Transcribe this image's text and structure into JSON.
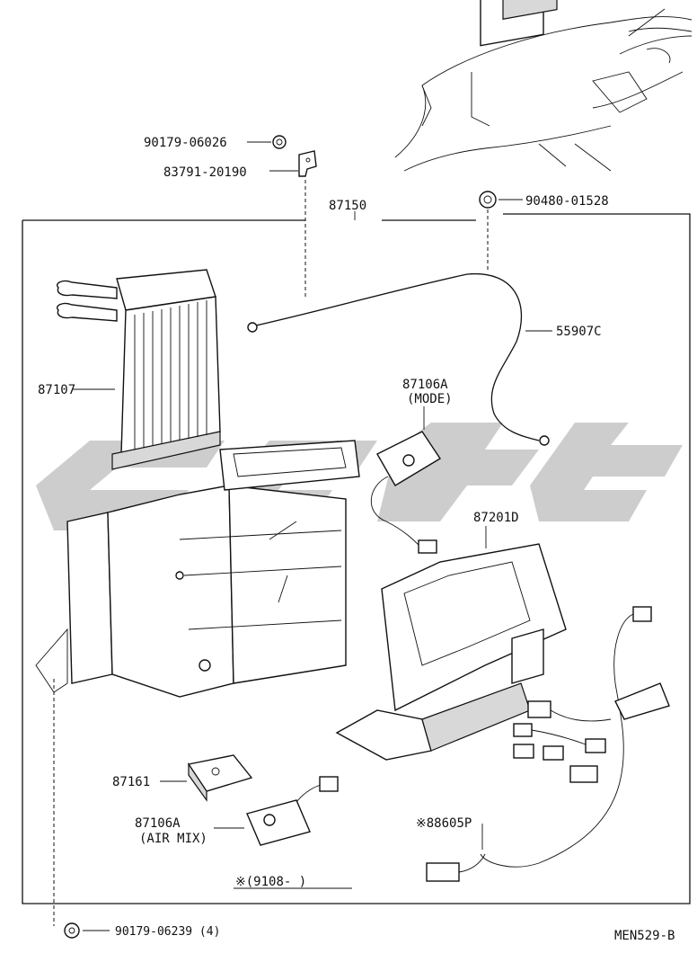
{
  "labels": {
    "p90179_06026": "90179-06026",
    "p83791_20190": "83791-20190",
    "p87150": "87150",
    "p90480_01528": "90480-01528",
    "p55907c": "55907C",
    "p87107": "87107",
    "p87106a_mode": "87106A",
    "p87106a_mode_sub": "(MODE)",
    "p87201d": "87201D",
    "p87161": "87161",
    "p87106a_airmix": "87106A",
    "p87106a_airmix_sub": "(AIR MIX)",
    "p88605p": "※88605P",
    "note_9108": "※(9108-      )",
    "p90179_06239": "90179-06239 (4)",
    "figure_code": "MEN529-B"
  }
}
